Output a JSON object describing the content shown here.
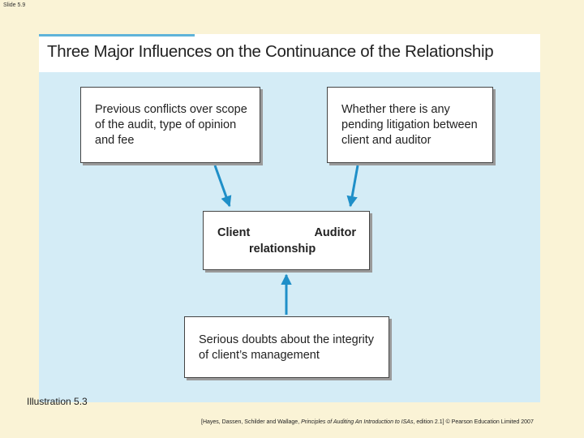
{
  "slide_number": "Slide 5.9",
  "title": "Three Major Influences on the Continuance of the Relationship",
  "boxes": {
    "top_left": [
      "Previous conflicts over scope",
      "of the audit, type of opinion",
      "and fee"
    ],
    "top_right": [
      "Whether there is any",
      "pending litigation between",
      "client and auditor"
    ],
    "center": {
      "left_label": "Client",
      "right_label": "Auditor",
      "bottom_label": "relationship"
    },
    "bottom": [
      "Serious doubts about the integrity",
      "of client’s management"
    ]
  },
  "caption": "Illustration 5.3",
  "source": {
    "prefix": "[Hayes, Dassen, Schilder and Wallage, ",
    "title_italic": "Principles of Auditing An Introduction to ISAs",
    "suffix": ", edition 2.1] © Pearson Education Limited 2007"
  },
  "colors": {
    "background": "#faf3d6",
    "panel": "#d4ecf6",
    "arrow": "#1f8fc8"
  }
}
